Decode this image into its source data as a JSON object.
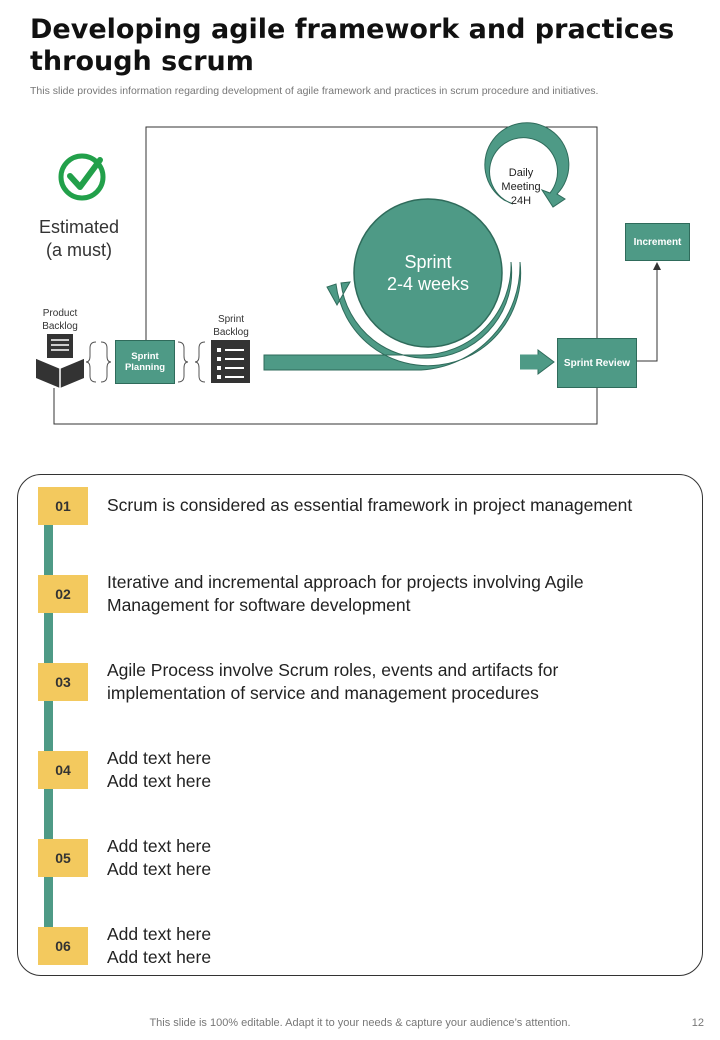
{
  "title": "Developing agile framework and practices through scrum",
  "subtitle": "This slide provides information regarding development of agile framework and practices in scrum procedure and initiatives.",
  "diagram": {
    "estimated": "Estimated",
    "estimated_note": "(a must)",
    "product_backlog": "Product Backlog",
    "sprint_planning": "Sprint Planning",
    "sprint_backlog": "Sprint Backlog",
    "sprint": "Sprint",
    "sprint_duration": "2-4 weeks",
    "daily_meeting": "Daily Meeting",
    "daily_meeting_freq": "24H",
    "sprint_review": "Sprint Review",
    "increment": "Increment",
    "icons": [
      "check-circle-icon",
      "backlog-box-icon",
      "list-icon"
    ],
    "colors": {
      "green": "#4e9a86",
      "yellow": "#f3c95e",
      "dark": "#333333"
    }
  },
  "items": [
    {
      "num": "01",
      "line1": "Scrum is considered as essential framework in project management",
      "line2": ""
    },
    {
      "num": "02",
      "line1": "Iterative and incremental approach for projects involving Agile",
      "line2": "Management for software development"
    },
    {
      "num": "03",
      "line1": "Agile Process involve Scrum roles, events and artifacts for",
      "line2": "implementation of service and management procedures"
    },
    {
      "num": "04",
      "line1": "Add text here",
      "line2": "Add text here"
    },
    {
      "num": "05",
      "line1": "Add text here",
      "line2": "Add text here"
    },
    {
      "num": "06",
      "line1": "Add text here",
      "line2": "Add text here"
    }
  ],
  "footer": "This slide is 100% editable. Adapt it to your needs & capture your audience’s attention.",
  "page_number": "12"
}
